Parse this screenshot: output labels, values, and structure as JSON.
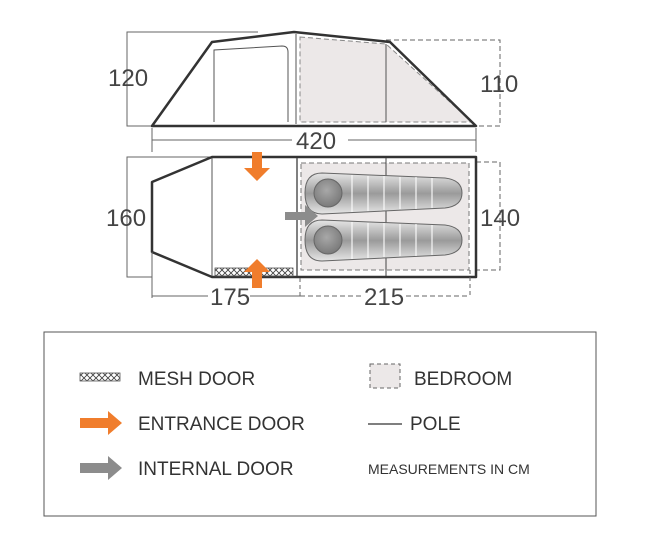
{
  "dimensions": {
    "side_height_front": "120",
    "side_height_rear": "110",
    "total_length": "420",
    "floor_width": "160",
    "bedroom_width": "140",
    "porch_length": "175",
    "bedroom_length": "215"
  },
  "legend": {
    "mesh_door": "MESH DOOR",
    "entrance_door": "ENTRANCE DOOR",
    "internal_door": "INTERNAL DOOR",
    "bedroom": "BEDROOM",
    "pole": "POLE",
    "measurements_note": "MEASUREMENTS IN CM"
  },
  "colors": {
    "outline": "#333333",
    "bedroom_fill": "#ece8e8",
    "entrance_arrow": "#f07d2c",
    "internal_arrow": "#8c8c8c",
    "sleeping_bag": "#b7b7b7"
  }
}
